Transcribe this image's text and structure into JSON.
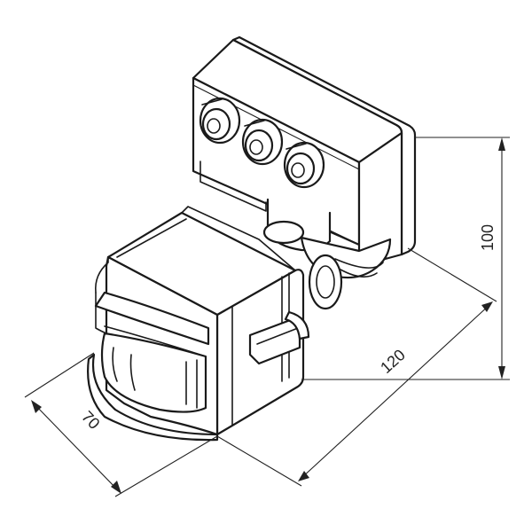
{
  "dimensions": {
    "height": "100",
    "length": "120",
    "depth": "70"
  }
}
